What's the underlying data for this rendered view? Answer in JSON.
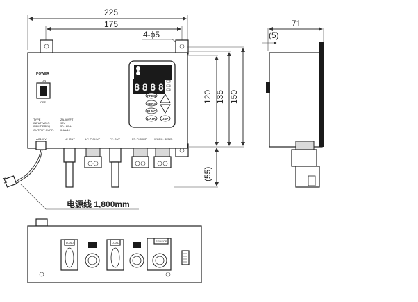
{
  "dimensions": {
    "overall_width": "225",
    "mount_width": "175",
    "holes": "4-ϕ5",
    "side_depth": "71",
    "side_offset": "(5)",
    "height_120": "120",
    "height_135": "135",
    "height_150": "150",
    "height_55": "(55)",
    "cable": "电源线 1,800mm"
  },
  "front_panel": {
    "power_label": "POWER",
    "on_label": "ON",
    "off_label": "OFF",
    "spec_labels": [
      "TYPE",
      "INPUT  VOLT.",
      "INPUT  FREQ.",
      "OUTPUT  CURR."
    ],
    "spec_values": [
      "ZA-40VFT",
      "90V",
      "50 / 60Hz",
      "0.4A/10"
    ],
    "keys": [
      "FREQ",
      "SENS.",
      "FUNC",
      "DATA",
      "DSP"
    ],
    "display_digits": "8888",
    "connector_labels": [
      "AC100V",
      "LF. OUT",
      "LF. PICKUP",
      "FF. OUT",
      "FF. PICKUP",
      "WORK. SENS."
    ]
  },
  "bottom_view": {
    "labels": [
      "LOAD",
      "LOAD",
      "SENSOR"
    ]
  }
}
